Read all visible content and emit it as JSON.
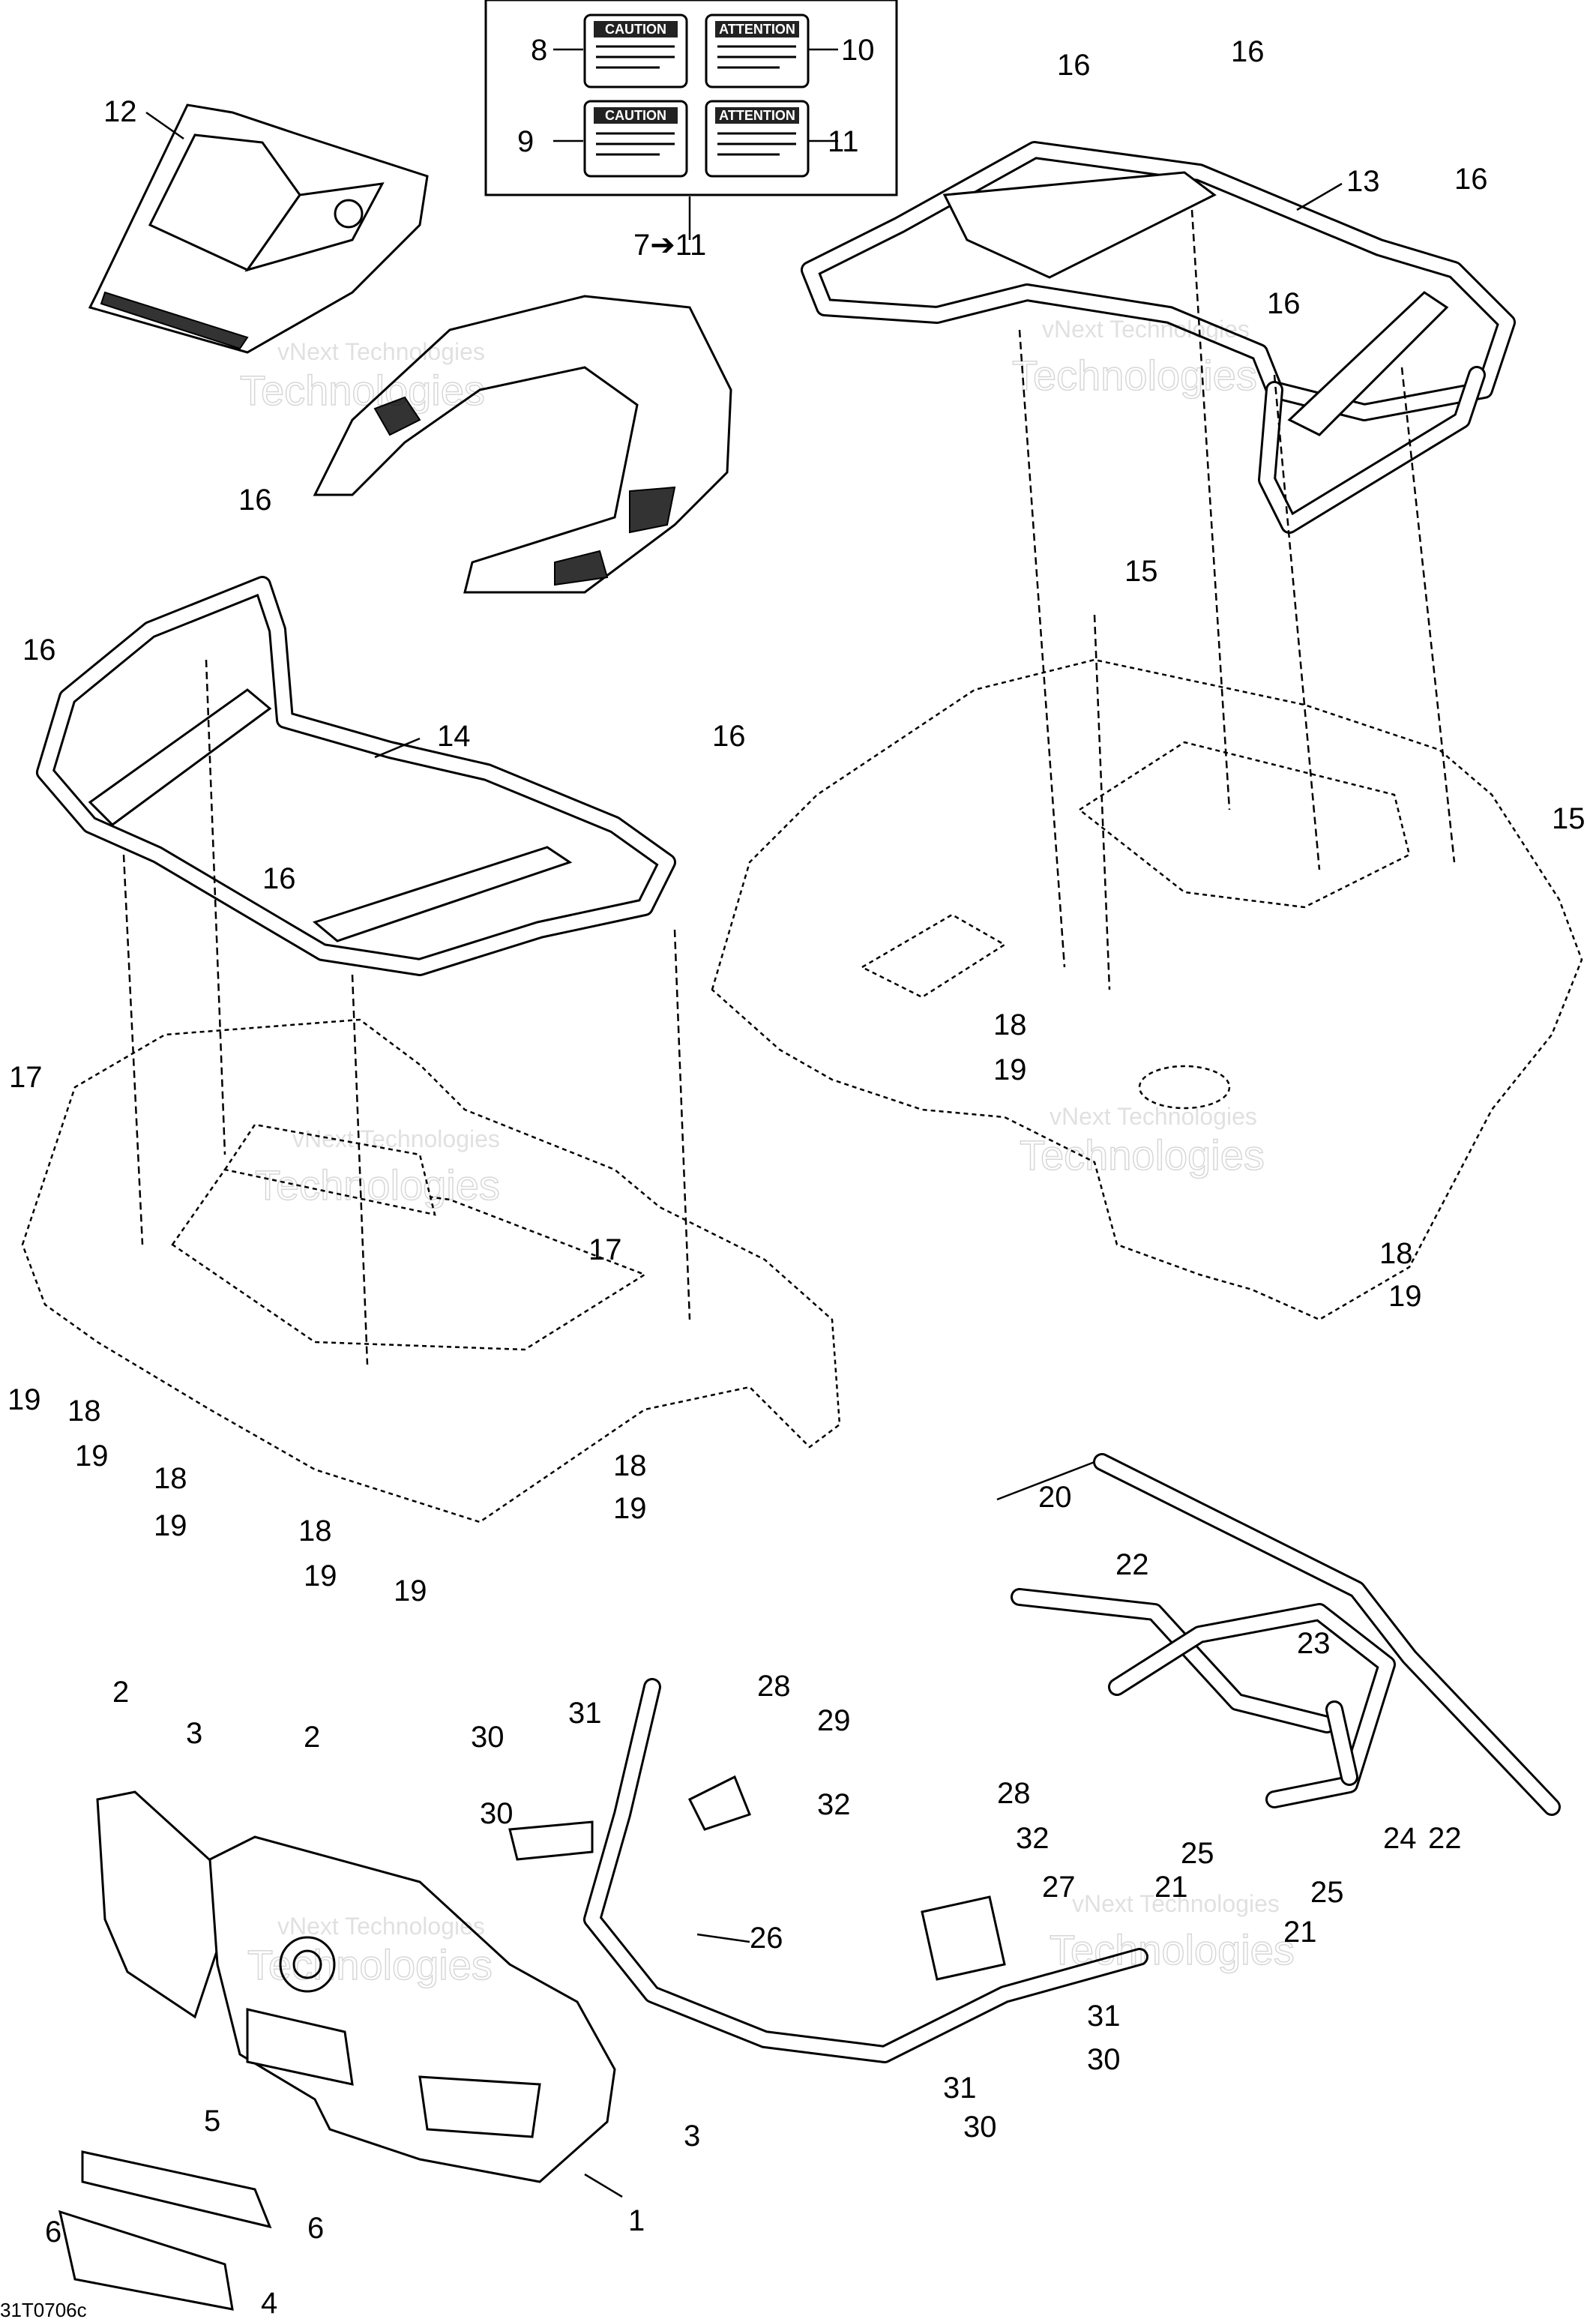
{
  "diagram": {
    "code": "31T0706c",
    "watermark_line1": "vNext Technologies",
    "watermark_line2": "Technologies",
    "labels": {
      "caution": "CAUTION",
      "attention": "ATTENTION"
    },
    "callouts": [
      {
        "id": "c1",
        "text": "1"
      },
      {
        "id": "c2a",
        "text": "2"
      },
      {
        "id": "c2b",
        "text": "2"
      },
      {
        "id": "c3a",
        "text": "3"
      },
      {
        "id": "c3b",
        "text": "3"
      },
      {
        "id": "c4",
        "text": "4"
      },
      {
        "id": "c5",
        "text": "5"
      },
      {
        "id": "c6a",
        "text": "6"
      },
      {
        "id": "c6b",
        "text": "6"
      },
      {
        "id": "c7",
        "text": "7➔11"
      },
      {
        "id": "c8",
        "text": "8"
      },
      {
        "id": "c9",
        "text": "9"
      },
      {
        "id": "c10",
        "text": "10"
      },
      {
        "id": "c11",
        "text": "11"
      },
      {
        "id": "c12",
        "text": "12"
      },
      {
        "id": "c13",
        "text": "13"
      },
      {
        "id": "c14",
        "text": "14"
      },
      {
        "id": "c15a",
        "text": "15"
      },
      {
        "id": "c15b",
        "text": "15"
      },
      {
        "id": "c16a",
        "text": "16"
      },
      {
        "id": "c16b",
        "text": "16"
      },
      {
        "id": "c16c",
        "text": "16"
      },
      {
        "id": "c16d",
        "text": "16"
      },
      {
        "id": "c16e",
        "text": "16"
      },
      {
        "id": "c16f",
        "text": "16"
      },
      {
        "id": "c16g",
        "text": "16"
      },
      {
        "id": "c16h",
        "text": "16"
      },
      {
        "id": "c17a",
        "text": "17"
      },
      {
        "id": "c17b",
        "text": "17"
      },
      {
        "id": "c18a",
        "text": "18"
      },
      {
        "id": "c18b",
        "text": "18"
      },
      {
        "id": "c18c",
        "text": "18"
      },
      {
        "id": "c18d",
        "text": "18"
      },
      {
        "id": "c18e",
        "text": "18"
      },
      {
        "id": "c18f",
        "text": "18"
      },
      {
        "id": "c19a",
        "text": "19"
      },
      {
        "id": "c19b",
        "text": "19"
      },
      {
        "id": "c19c",
        "text": "19"
      },
      {
        "id": "c19d",
        "text": "19"
      },
      {
        "id": "c19e",
        "text": "19"
      },
      {
        "id": "c19f",
        "text": "19"
      },
      {
        "id": "c19g",
        "text": "19"
      },
      {
        "id": "c19h",
        "text": "19"
      },
      {
        "id": "c20",
        "text": "20"
      },
      {
        "id": "c21a",
        "text": "21"
      },
      {
        "id": "c21b",
        "text": "21"
      },
      {
        "id": "c22a",
        "text": "22"
      },
      {
        "id": "c22b",
        "text": "22"
      },
      {
        "id": "c23",
        "text": "23"
      },
      {
        "id": "c24",
        "text": "24"
      },
      {
        "id": "c25a",
        "text": "25"
      },
      {
        "id": "c25b",
        "text": "25"
      },
      {
        "id": "c26",
        "text": "26"
      },
      {
        "id": "c27",
        "text": "27"
      },
      {
        "id": "c28a",
        "text": "28"
      },
      {
        "id": "c28b",
        "text": "28"
      },
      {
        "id": "c29",
        "text": "29"
      },
      {
        "id": "c30a",
        "text": "30"
      },
      {
        "id": "c30b",
        "text": "30"
      },
      {
        "id": "c30c",
        "text": "30"
      },
      {
        "id": "c30d",
        "text": "30"
      },
      {
        "id": "c31a",
        "text": "31"
      },
      {
        "id": "c31b",
        "text": "31"
      },
      {
        "id": "c31c",
        "text": "31"
      },
      {
        "id": "c32a",
        "text": "32"
      },
      {
        "id": "c32b",
        "text": "32"
      }
    ]
  }
}
